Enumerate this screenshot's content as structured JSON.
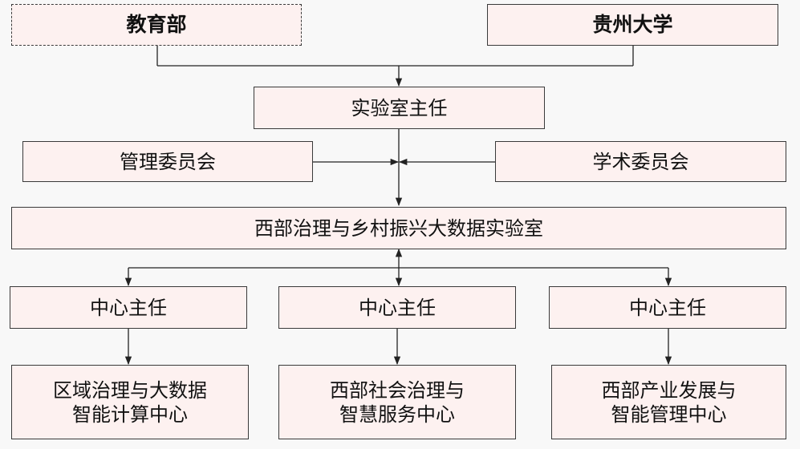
{
  "org_chart": {
    "ministry": "教育部",
    "university": "贵州大学",
    "lab_director": "实验室主任",
    "management_committee": "管理委员会",
    "academic_committee": "学术委员会",
    "lab": "西部治理与乡村振兴大数据实验室",
    "centers": [
      {
        "director": "中心主任",
        "name": "区域治理与大数据\n智能计算中心"
      },
      {
        "director": "中心主任",
        "name": "西部社会治理与\n智慧服务中心"
      },
      {
        "director": "中心主任",
        "name": "西部产业发展与\n智能管理中心"
      }
    ]
  }
}
